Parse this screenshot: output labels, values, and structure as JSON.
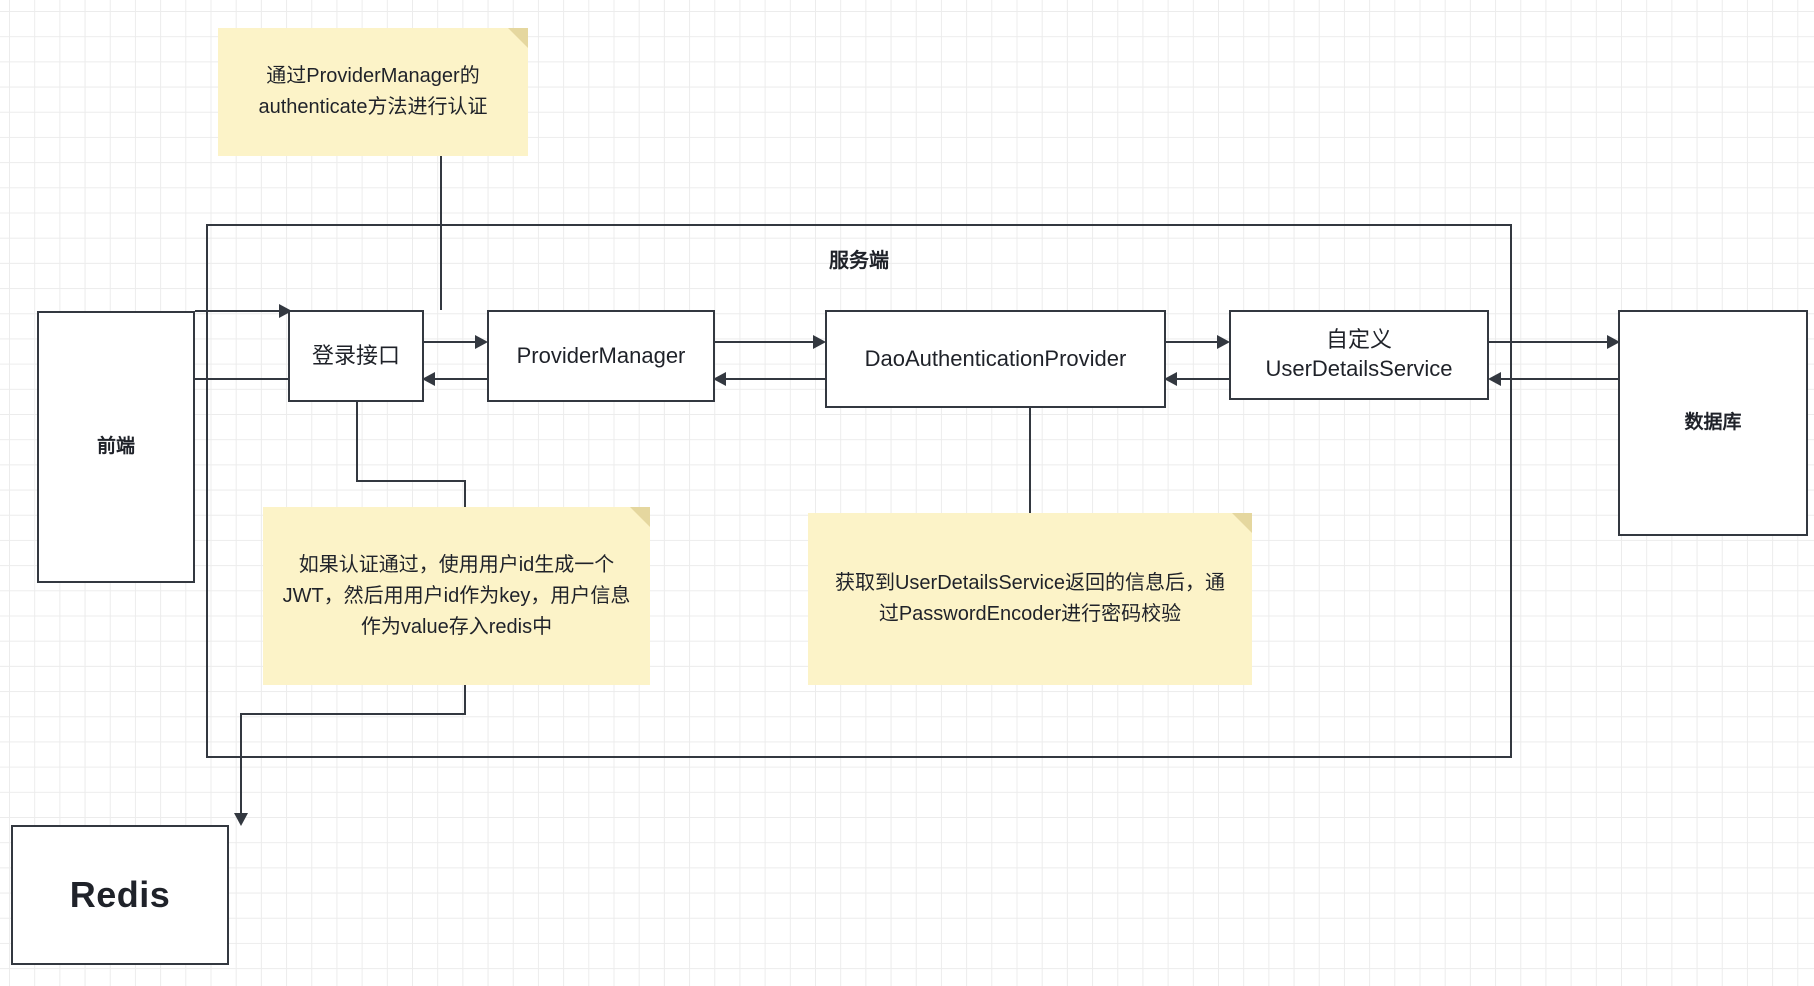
{
  "diagram": {
    "title_node": "服务端",
    "nodes": {
      "frontend": "前端",
      "login_api": "登录接口",
      "provider_manager": "ProviderManager",
      "dao_provider": "DaoAuthenticationProvider",
      "user_details_service": "自定义\nUserDetailsService",
      "database": "数据库",
      "redis": "Redis"
    },
    "notes": {
      "note_authenticate": "通过ProviderManager的\nauthenticate方法进行认证",
      "note_jwt_redis": "如果认证通过，使用用户id生成一个\nJWT，然后用用户id作为key，用户信息\n作为value存入redis中",
      "note_password_encoder": "获取到UserDetailsService返回的信息后，通\n过PasswordEncoder进行密码校验"
    },
    "colors": {
      "stroke": "#333840",
      "note_fill": "#fcf3c8",
      "note_fold": "#e5d79f",
      "grid": "#ececec",
      "text": "#1f2229"
    }
  }
}
